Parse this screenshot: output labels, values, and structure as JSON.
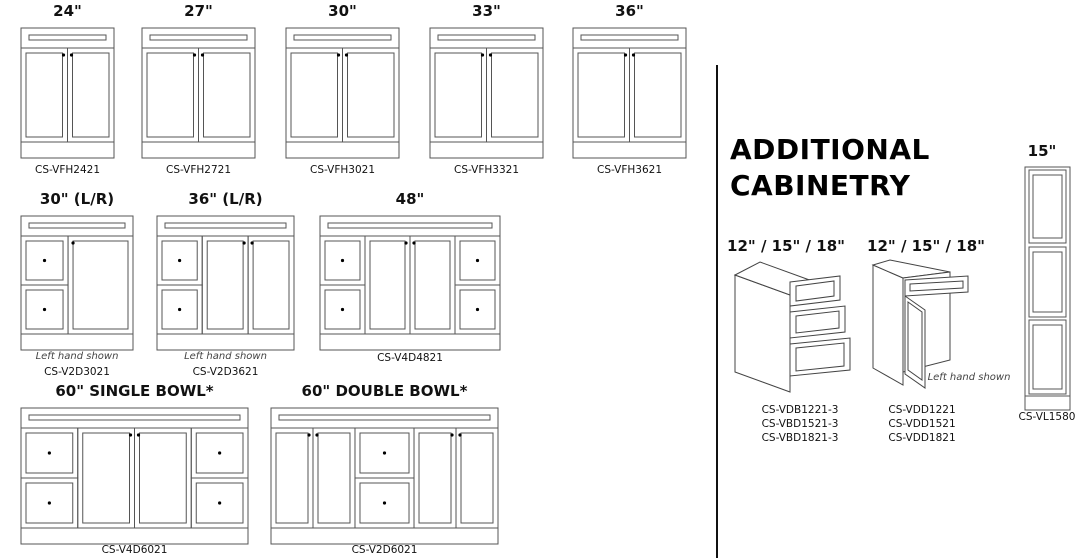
{
  "vanities": [
    {
      "size": "24\"",
      "code": "CS-VFH2421"
    },
    {
      "size": "27\"",
      "code": "CS-VFH2721"
    },
    {
      "size": "30\"",
      "code": "CS-VFH3021"
    },
    {
      "size": "33\"",
      "code": "CS-VFH3321"
    },
    {
      "size": "36\"",
      "code": "CS-VFH3621"
    },
    {
      "size": "30\" (L/R)",
      "code": "CS-V2D3021",
      "note": "Left hand shown"
    },
    {
      "size": "36\" (L/R)",
      "code": "CS-V2D3621",
      "note": "Left hand shown"
    },
    {
      "size": "48\"",
      "code": "CS-V4D4821"
    },
    {
      "size": "60\" SINGLE BOWL*",
      "code": "CS-V4D6021"
    },
    {
      "size": "60\" DOUBLE BOWL*",
      "code": "CS-V2D6021"
    }
  ],
  "additional": {
    "heading_line1": "ADDITIONAL",
    "heading_line2": "CABINETRY",
    "drawer_base": {
      "size": "12\" / 15\" / 18\"",
      "codes": [
        "CS-VDB1221-3",
        "CS-VBD1521-3",
        "CS-VBD1821-3"
      ]
    },
    "door_drawer_base": {
      "size": "12\" / 15\" / 18\"",
      "codes": [
        "CS-VDD1221",
        "CS-VDD1521",
        "CS-VDD1821"
      ],
      "note": "Left hand shown"
    },
    "linen": {
      "size": "15\"",
      "code": "CS-VL1580"
    }
  }
}
